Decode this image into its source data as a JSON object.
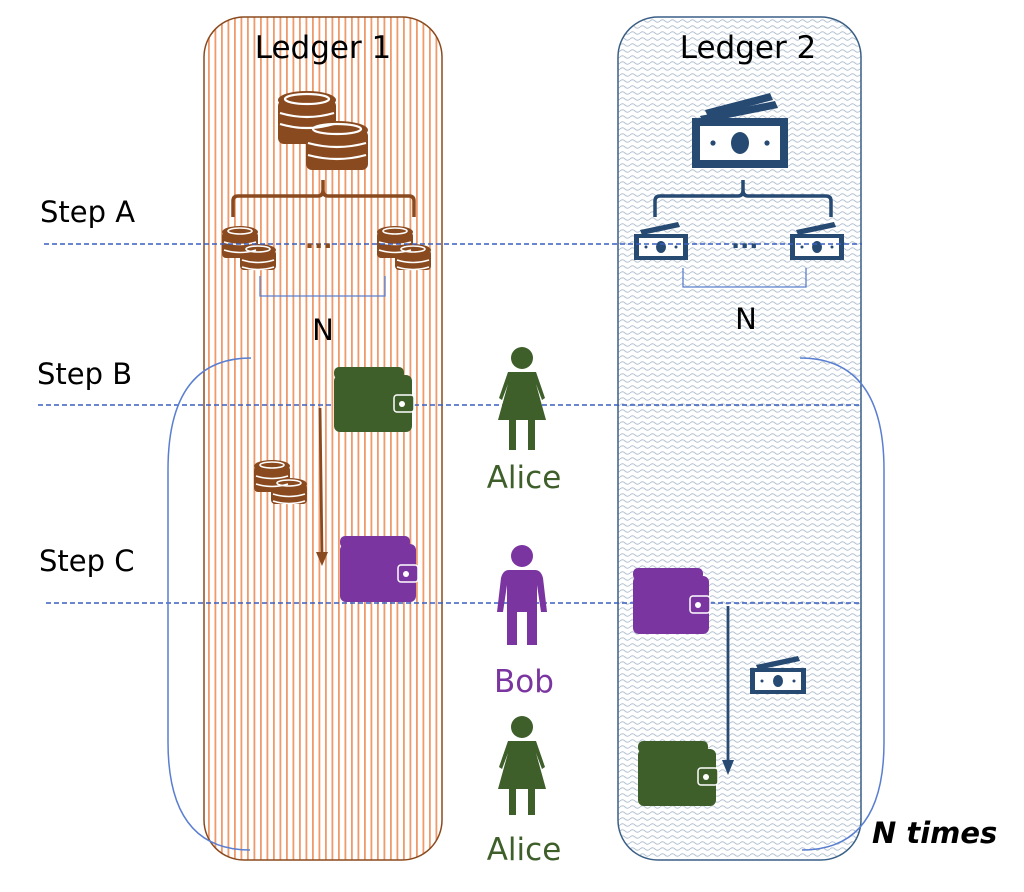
{
  "diagram": {
    "ledger1": {
      "title": "Ledger 1",
      "color": "#8a4a1f",
      "stripe": "#ef9a6a"
    },
    "ledger2": {
      "title": "Ledger 2",
      "color": "#3a5f86",
      "pattern": "#aab8c8"
    },
    "steps": {
      "a": "Step A",
      "b": "Step B",
      "c": "Step C"
    },
    "n_label_1": "N",
    "n_label_2": "N",
    "ellipsis": "...",
    "repeat_label": "N times",
    "people": [
      {
        "name": "Alice",
        "color": "#3e5e2a"
      },
      {
        "name": "Bob",
        "color": "#7b35a0"
      },
      {
        "name": "Alice",
        "color": "#3e5e2a"
      }
    ],
    "colors": {
      "coin": "#8a4a1f",
      "bill": "#274a73",
      "wallet_alice": "#3e5e2a",
      "wallet_bob": "#7b35a0",
      "guide_line": "#3a5fc0"
    },
    "icons": [
      "coins-stack-icon",
      "bill-icon",
      "wallet-icon",
      "person-icon"
    ]
  }
}
